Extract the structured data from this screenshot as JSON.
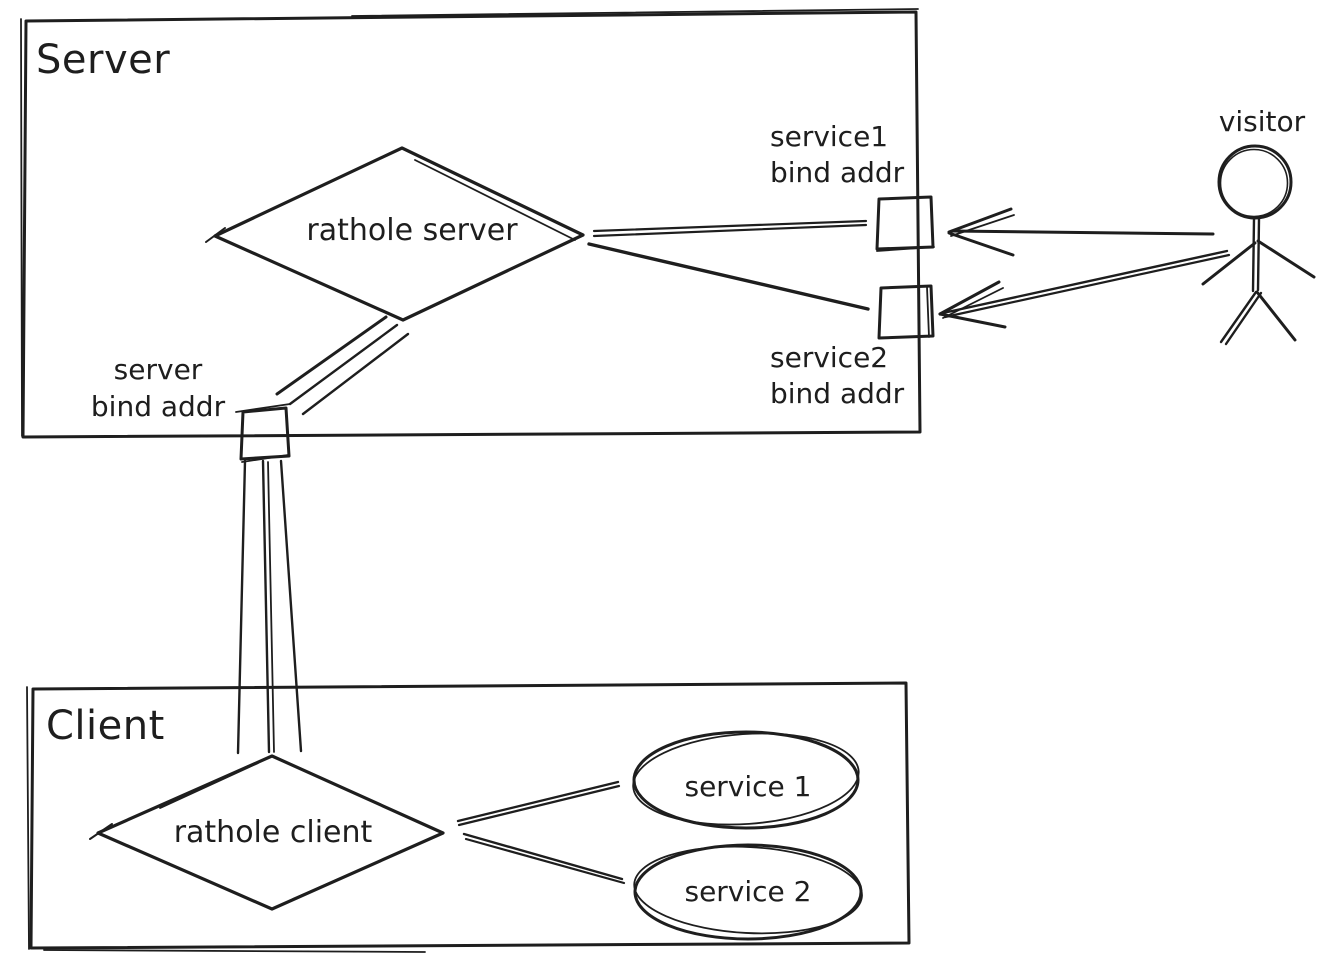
{
  "diagram": {
    "background": "#ffffff",
    "ink": "#1e1e1e",
    "server": {
      "title": "Server"
    },
    "client": {
      "title": "Client"
    },
    "rathole_server": {
      "label": "rathole server"
    },
    "rathole_client": {
      "label": "rathole client"
    },
    "visitor": {
      "label": "visitor"
    },
    "service1_port": {
      "line1": "service1",
      "line2": "bind addr"
    },
    "service2_port": {
      "line1": "service2",
      "line2": "bind addr"
    },
    "server_port": {
      "line1": "server",
      "line2": "bind addr"
    },
    "service1": {
      "label": "service 1"
    },
    "service2": {
      "label": "service 2"
    }
  }
}
